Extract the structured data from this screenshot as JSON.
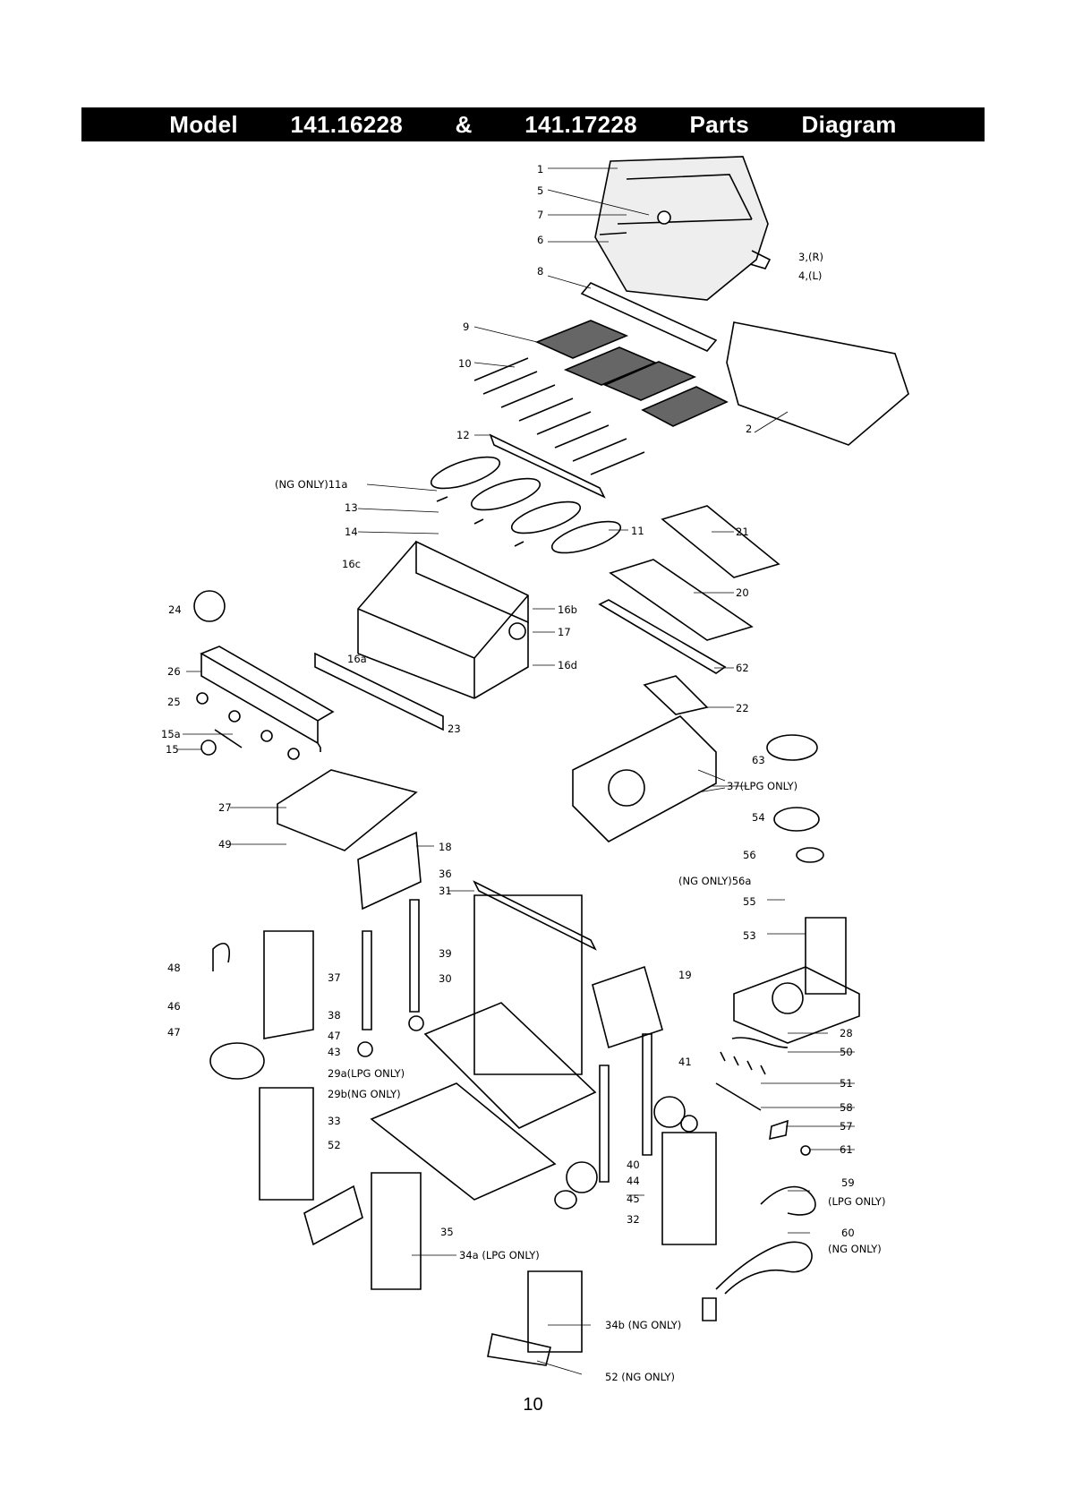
{
  "header": {
    "title": "Model   141.16228   &   141.17228   Parts   Diagram"
  },
  "callouts": {
    "c1": "1",
    "c5": "5",
    "c7": "7",
    "c6": "6",
    "c3r": "3,(R)",
    "c4l": "4,(L)",
    "c8": "8",
    "c9": "9",
    "c10": "10",
    "c2": "2",
    "c12": "12",
    "c11a": "(NG ONLY)11a",
    "c13": "13",
    "c14": "14",
    "c11": "11",
    "c21": "21",
    "c16c": "16c",
    "c16b": "16b",
    "c17": "17",
    "c16a": "16a",
    "c16d": "16d",
    "c20": "20",
    "c24": "24",
    "c26": "26",
    "c25": "25",
    "c15a": "15a",
    "c15": "15",
    "c23": "23",
    "c62": "62",
    "c22": "22",
    "c63": "63",
    "c37": "37(LPG ONLY)",
    "c54": "54",
    "c27": "27",
    "c49": "49",
    "c18": "18",
    "c36": "36",
    "c31": "31",
    "c56": "56",
    "c56a": "(NG ONLY)56a",
    "c55": "55",
    "c53": "53",
    "c48": "48",
    "c37b": "37",
    "c39": "39",
    "c30": "30",
    "c19": "19",
    "c28": "28",
    "c46": "46",
    "c38": "38",
    "c47a": "47",
    "c47b": "47",
    "c43": "43",
    "c29a": "29a(LPG ONLY)",
    "c29b": "29b(NG ONLY)",
    "c41": "41",
    "c50": "50",
    "c51": "51",
    "c58": "58",
    "c57": "57",
    "c61": "61",
    "c33": "33",
    "c52a": "52",
    "c40": "40",
    "c44": "44",
    "c45": "45",
    "c59": "59",
    "c59n": "(LPG ONLY)",
    "c32": "32",
    "c35": "35",
    "c34a": "34a (LPG ONLY)",
    "c60": "60",
    "c60n": "(NG ONLY)",
    "c34b": "34b (NG ONLY)",
    "c52b": "52 (NG ONLY)"
  },
  "footer": {
    "page_number": "10"
  }
}
